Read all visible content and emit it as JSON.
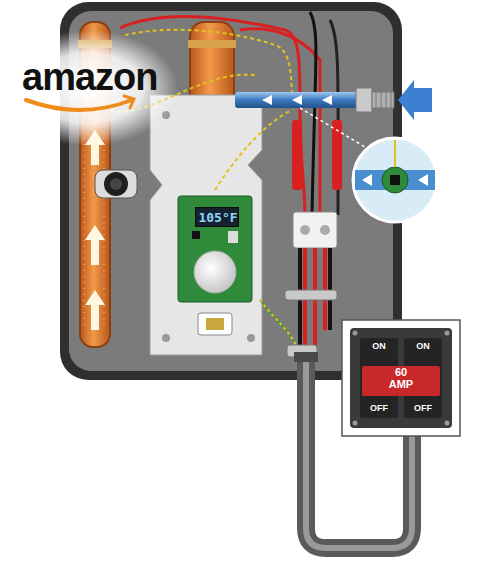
{
  "diagram": {
    "nodes": [
      {
        "text": [
          "105°F"
        ]
      },
      {
        "text": [
          "ON",
          "ON",
          "60 AMP",
          "OFF",
          "OFF"
        ]
      }
    ],
    "labels": [
      "amazon"
    ]
  }
}
